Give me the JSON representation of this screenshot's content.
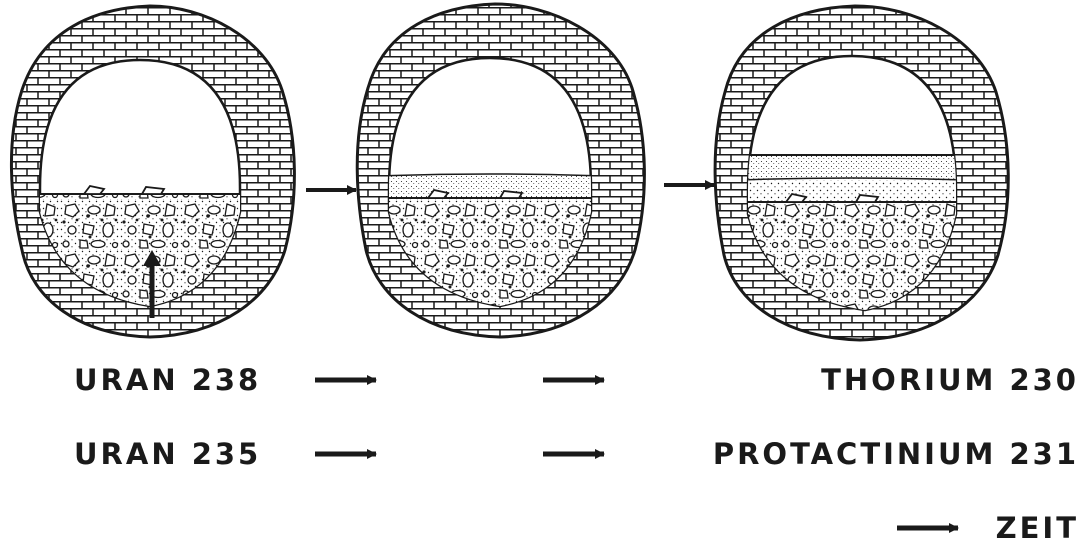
{
  "rows": {
    "uranium_238": {
      "source": "URAN 238",
      "product": "THORIUM 230"
    },
    "uranium_235": {
      "source": "URAN 235",
      "product": "PROTACTINIUM 231"
    }
  },
  "time_axis": {
    "label": "ZEIT"
  },
  "stages": [
    {
      "stage": 1,
      "layers": [
        "rubble-fill"
      ],
      "marker": "upward-arrow"
    },
    {
      "stage": 2,
      "layers": [
        "rubble-fill",
        "sediment-layer"
      ]
    },
    {
      "stage": 3,
      "layers": [
        "rubble-fill",
        "sediment-layer",
        "sinter-layer"
      ]
    }
  ],
  "colors": {
    "ink": "#1a1a1a",
    "paper": "#ffffff"
  }
}
